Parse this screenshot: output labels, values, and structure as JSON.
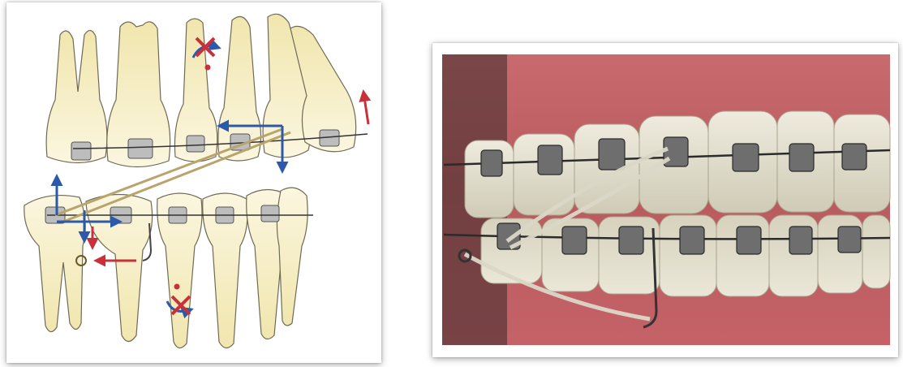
{
  "figure": {
    "colors": {
      "background": "#ffffff",
      "tooth_fill": "#f6efc6",
      "tooth_root": "#efe3a6",
      "tooth_outline": "#6e6a55",
      "bracket": "#b9b9b9",
      "archwire": "#3b3b3b",
      "elastic": "#c9b98a",
      "force_arrow_blue": "#2c5aa8",
      "force_arrow_red": "#c8303a",
      "gingiva": "#c9656c",
      "enamel_photo": "#e3e0cf"
    },
    "icons": [
      "tooth-outline",
      "orthodontic-bracket",
      "archwire",
      "elastic-band",
      "force-arrow",
      "rotation-arrow",
      "cross-mark"
    ],
    "panels": [
      {
        "type": "schematic-diagram"
      },
      {
        "type": "intraoral-photograph"
      }
    ]
  }
}
